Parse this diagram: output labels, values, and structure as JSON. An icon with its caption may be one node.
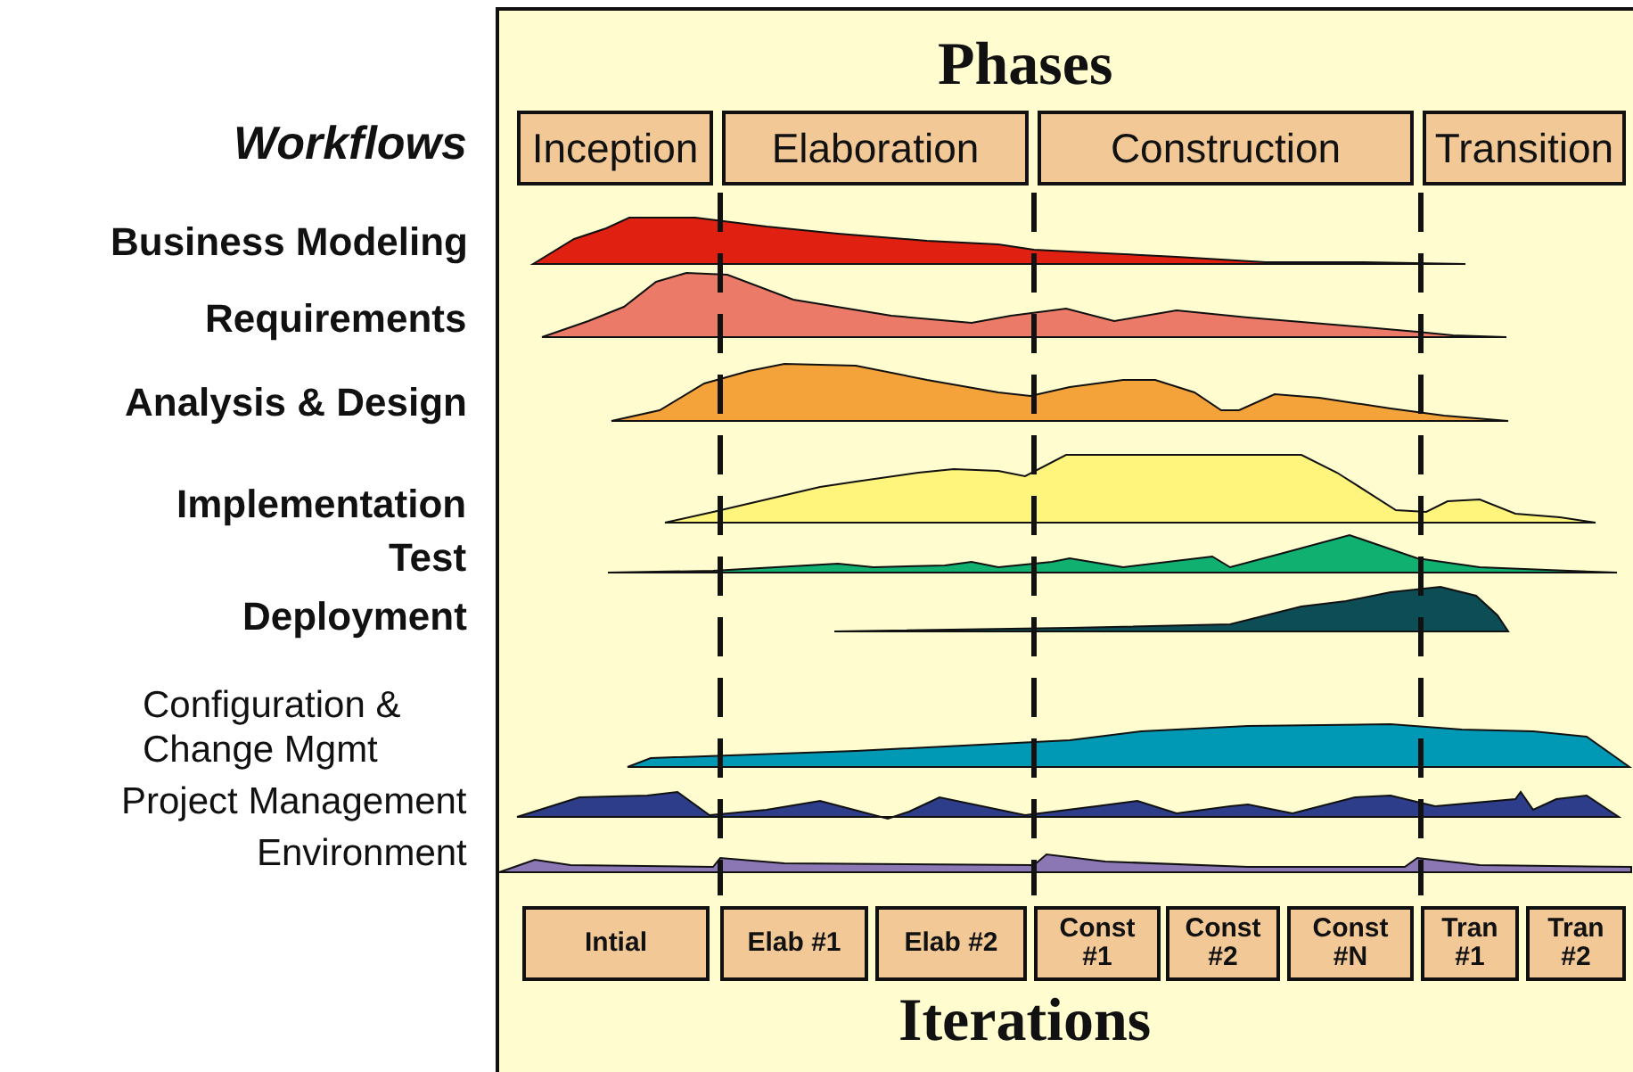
{
  "diagram": {
    "nodes": [
      {
        "text": [
          "Inception"
        ]
      },
      {
        "text": [
          "Elaboration"
        ]
      },
      {
        "text": [
          "Construction"
        ]
      },
      {
        "text": [
          "Transition"
        ]
      },
      {
        "text": [
          "Intial"
        ]
      },
      {
        "text": [
          "Elab #1"
        ]
      },
      {
        "text": [
          "Elab #2"
        ]
      },
      {
        "text": [
          "Const #1"
        ]
      },
      {
        "text": [
          "Const #2"
        ]
      },
      {
        "text": [
          "Const #N"
        ]
      },
      {
        "text": [
          "Tran #1"
        ]
      },
      {
        "text": [
          "Tran #2"
        ]
      }
    ],
    "labels": [
      "Phases",
      "Workflows",
      "Business Modeling",
      "Requirements",
      "Analysis & Design",
      "Implementation",
      "Test",
      "Deployment",
      "Configuration & Change Mgmt",
      "Project Management",
      "Environment",
      "Iterations"
    ]
  }
}
